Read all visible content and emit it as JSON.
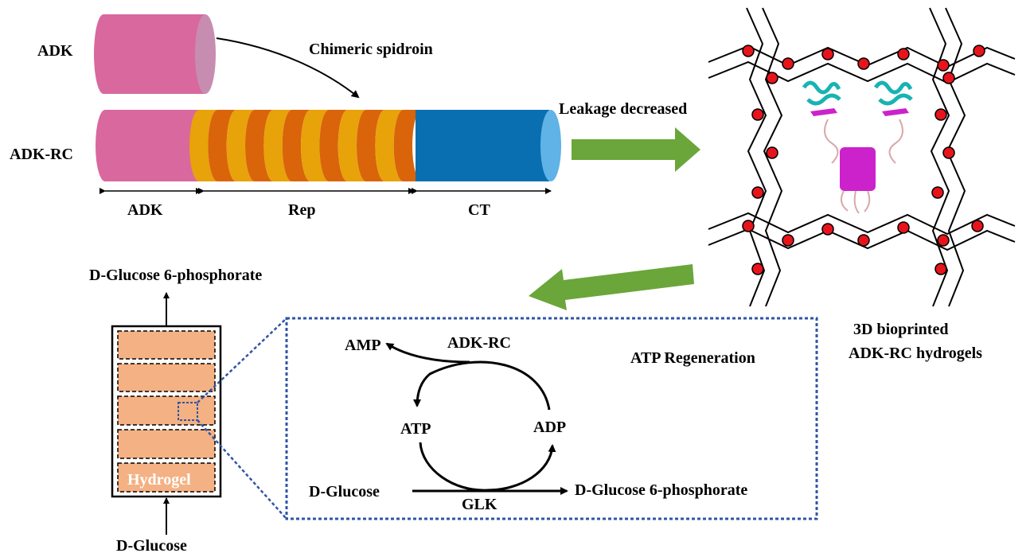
{
  "labels": {
    "adk_top": "ADK",
    "chimeric": "Chimeric spidroin",
    "adk_rc": "ADK-RC",
    "seg_adk": "ADK",
    "seg_rep": "Rep",
    "seg_ct": "CT",
    "leakage": "Leakage decreased",
    "bioprinted_line1": "3D bioprinted",
    "bioprinted_line2": "ADK-RC hydrogels",
    "g6p_top": "D-Glucose 6-phosphorate",
    "hydrogel": "Hydrogel",
    "dglucose_bottom": "D-Glucose",
    "amp": "AMP",
    "adkrc_cycle": "ADK-RC",
    "atp_regen": "ATP Regeneration",
    "atp": "ATP",
    "adp": "ADP",
    "dglucose_cycle": "D-Glucose",
    "glk": "GLK",
    "g6p_cycle": "D-Glucose 6-phosphorate"
  },
  "colors": {
    "adk_pink": "#d9689f",
    "adk_pink_cap": "#c78db0",
    "rep_orange": "#e8a20a",
    "rep_dark": "#d9640a",
    "ct_blue": "#0a6fb0",
    "ct_cap": "#5fb3e6",
    "arrow_green": "#6aa63a",
    "hydrogel_fill": "#f4b183",
    "dotted_blue": "#2f55a4",
    "bead_red": "#e8141c"
  }
}
